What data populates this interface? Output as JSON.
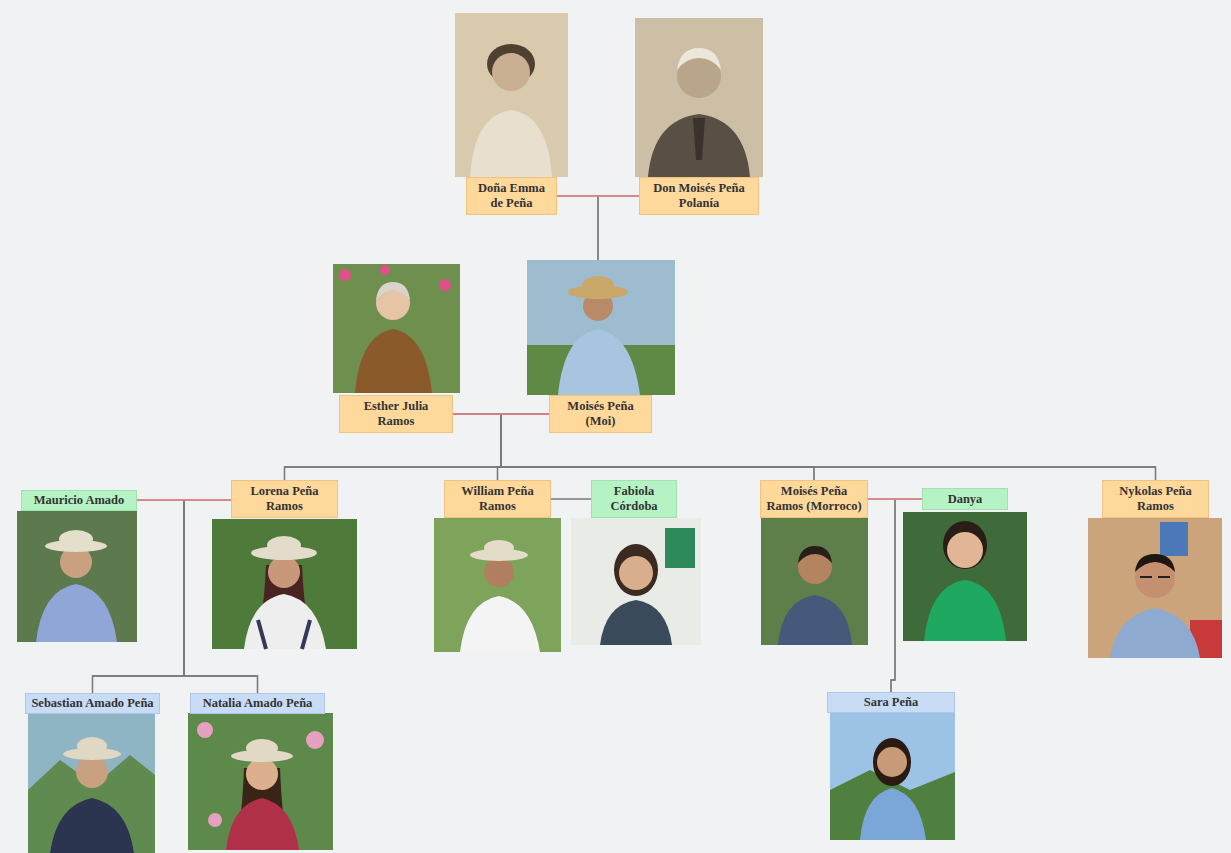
{
  "diagram": {
    "nodes": [
      {
        "text": [
          "Doña Emma de Peña"
        ]
      },
      {
        "text": [
          "Don Moisés Peña Polanía"
        ]
      },
      {
        "text": [
          "Esther Julia Ramos"
        ]
      },
      {
        "text": [
          "Moisés Peña (Moi)"
        ]
      },
      {
        "text": [
          "Mauricio Amado"
        ]
      },
      {
        "text": [
          "Lorena Peña Ramos"
        ]
      },
      {
        "text": [
          "William Peña Ramos"
        ]
      },
      {
        "text": [
          "Fabiola Córdoba"
        ]
      },
      {
        "text": [
          "Moisés Peña Ramos (Morroco)"
        ]
      },
      {
        "text": [
          "Danya"
        ]
      },
      {
        "text": [
          "Nykolas Peña Ramos"
        ]
      },
      {
        "text": [
          "Sebastian Amado Peña"
        ]
      },
      {
        "text": [
          "Natalia Amado Peña"
        ]
      },
      {
        "text": [
          "Sara Peña"
        ]
      }
    ],
    "edges": [
      {
        "from": 0,
        "to": 1,
        "arrow": "none"
      },
      {
        "from": 0,
        "to": 3,
        "arrow": "none"
      },
      {
        "from": 1,
        "to": 3,
        "arrow": "none"
      },
      {
        "from": 2,
        "to": 3,
        "arrow": "none"
      },
      {
        "from": 2,
        "to": 5,
        "arrow": "none"
      },
      {
        "from": 3,
        "to": 5,
        "arrow": "none"
      },
      {
        "from": 2,
        "to": 6,
        "arrow": "none"
      },
      {
        "from": 3,
        "to": 6,
        "arrow": "none"
      },
      {
        "from": 2,
        "to": 8,
        "arrow": "none"
      },
      {
        "from": 3,
        "to": 8,
        "arrow": "none"
      },
      {
        "from": 2,
        "to": 10,
        "arrow": "none"
      },
      {
        "from": 3,
        "to": 10,
        "arrow": "none"
      },
      {
        "from": 4,
        "to": 5,
        "arrow": "none"
      },
      {
        "from": 4,
        "to": 11,
        "arrow": "none"
      },
      {
        "from": 5,
        "to": 11,
        "arrow": "none"
      },
      {
        "from": 4,
        "to": 12,
        "arrow": "none"
      },
      {
        "from": 5,
        "to": 12,
        "arrow": "none"
      },
      {
        "from": 6,
        "to": 7,
        "arrow": "none"
      },
      {
        "from": 8,
        "to": 9,
        "arrow": "none"
      },
      {
        "from": 8,
        "to": 13,
        "arrow": "none"
      },
      {
        "from": 9,
        "to": 13,
        "arrow": "none"
      }
    ]
  }
}
